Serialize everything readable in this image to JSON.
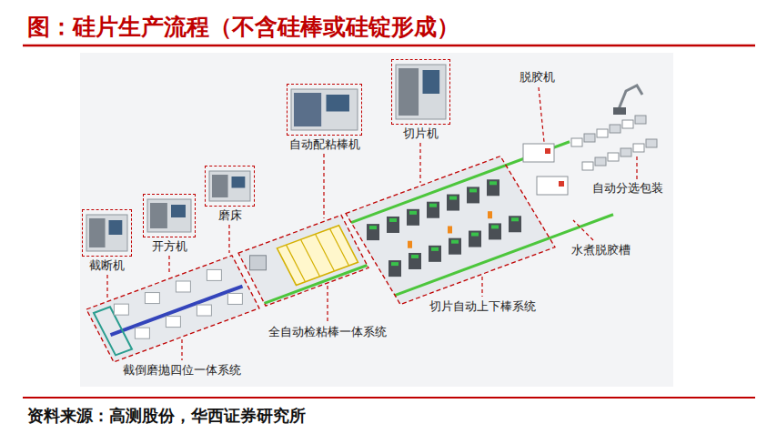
{
  "diagram": {
    "title": "图：硅片生产流程（不含硅棒或硅锭形成）",
    "caption": "资料来源：高测股份，华西证券研究所",
    "nodes": [
      {
        "text": [
          "截断机"
        ]
      },
      {
        "text": [
          "开方机"
        ]
      },
      {
        "text": [
          "磨床"
        ]
      },
      {
        "text": [
          "自动配粘棒机"
        ]
      },
      {
        "text": [
          "切片机"
        ]
      }
    ],
    "labels": [
      "脱胶机",
      "自动分选包装",
      "水煮脱胶槽",
      "切片自动上下棒系统",
      "全自动检粘棒一体系统",
      "截倒磨抛四位一体系统"
    ]
  }
}
